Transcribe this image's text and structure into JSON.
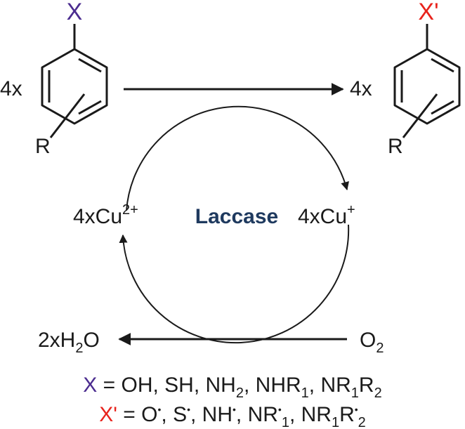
{
  "reactant": {
    "substituent": "X",
    "coefficient": "4x",
    "ring_group": "R"
  },
  "product": {
    "substituent": "X'",
    "coefficient": "4x",
    "ring_group": "R"
  },
  "cycle": {
    "left": {
      "prefix": "4xCu",
      "charge": "2+"
    },
    "center": "Laccase",
    "right": {
      "prefix": "4xCu",
      "charge": "+"
    }
  },
  "oxygen": {
    "symbol": "O",
    "sub": "2"
  },
  "water": {
    "coef": "2xH",
    "sub": "2",
    "tail": "O"
  },
  "legend_x": {
    "label": "X",
    "eq": " = OH, SH, NH",
    "nh2_sub": "2",
    "mid": ", NHR",
    "r1_sub": "1",
    "sep": ", NR",
    "r1b_sub": "1",
    "r2": "R",
    "r2_sub": "2"
  },
  "legend_xp": {
    "label": "X'",
    "eq": " = O",
    "a": ", S",
    "b": ", NH",
    "c": ", NR",
    "c_sub": "1",
    "d": ", NR",
    "d_sub": "1",
    "d2": "R",
    "d2_sub": "2",
    "dot": "•"
  },
  "colors": {
    "x_purple": "#4b2c8f",
    "xp_red": "#e8231c",
    "laccase_blue": "#1f3a5f",
    "ink": "#1a1a1a"
  }
}
